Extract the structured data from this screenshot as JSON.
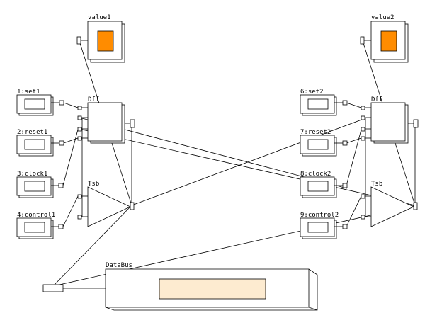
{
  "diagram": {
    "value_displays": [
      {
        "id": "value1",
        "label": "value1",
        "indicator_color": "#ff8c00"
      },
      {
        "id": "value2",
        "label": "value2",
        "indicator_color": "#ff8c00"
      }
    ],
    "inputs": [
      {
        "id": "set1",
        "label": "1:set1"
      },
      {
        "id": "reset1",
        "label": "2:reset1"
      },
      {
        "id": "clock1",
        "label": "3:clock1"
      },
      {
        "id": "control1",
        "label": "4:control1"
      },
      {
        "id": "set2",
        "label": "6:set2"
      },
      {
        "id": "reset2",
        "label": "7:reset2"
      },
      {
        "id": "clock2",
        "label": "8:clock2"
      },
      {
        "id": "control2",
        "label": "9:control2"
      }
    ],
    "flipflops": [
      {
        "id": "dff1",
        "label": "Dff"
      },
      {
        "id": "dff2",
        "label": "Dff"
      }
    ],
    "buffers": [
      {
        "id": "tsb1",
        "label": "Tsb"
      },
      {
        "id": "tsb2",
        "label": "Tsb"
      }
    ],
    "databus": {
      "label": "DataBus",
      "display_color": "#fdebd0"
    }
  }
}
